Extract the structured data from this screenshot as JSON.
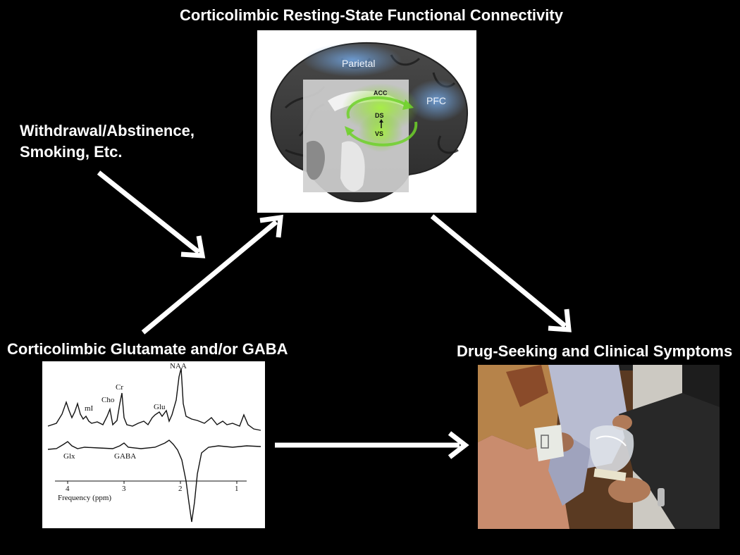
{
  "titles": {
    "connectivity": "Corticolimbic Resting-State Functional Connectivity",
    "withdrawal_line1": "Withdrawal/Abstinence,",
    "withdrawal_line2": "Smoking, Etc.",
    "glutamate": "Corticolimbic Glutamate and/or GABA",
    "drug_seeking": "Drug-Seeking and Clinical Symptoms"
  },
  "brain": {
    "parietal": "Parietal",
    "pfc": "PFC",
    "acc": "ACC",
    "ds": "DS",
    "vs": "VS",
    "highlight_color_blue": "#5b8fc8",
    "highlight_color_green": "#8fd63a"
  },
  "spectrum": {
    "peaks_top": [
      "NAA",
      "Cr",
      "Cho",
      "mI",
      "Glu"
    ],
    "labels_bottom": [
      "Glx",
      "GABA"
    ],
    "axis_ticks": [
      "4",
      "3",
      "2",
      "1"
    ],
    "axis_label": "Frequency (ppm)"
  },
  "arrow_color": "#ffffff"
}
